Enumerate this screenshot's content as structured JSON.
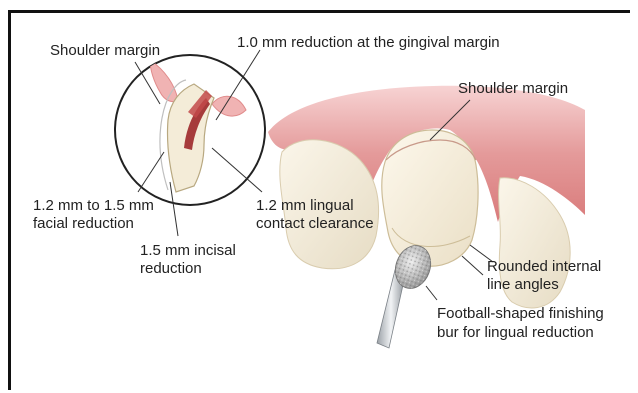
{
  "labels": {
    "shoulder_margin_inset": "Shoulder margin",
    "gingival_reduction": "1.0 mm reduction at the gingival margin",
    "shoulder_margin_main": "Shoulder margin",
    "facial_reduction_1": "1.2 mm to 1.5 mm",
    "facial_reduction_2": "facial reduction",
    "lingual_clearance_1": "1.2 mm lingual",
    "lingual_clearance_2": "contact clearance",
    "incisal_reduction_1": "1.5 mm incisal",
    "incisal_reduction_2": "reduction",
    "rounded_angles_1": "Rounded internal",
    "rounded_angles_2": "line angles",
    "bur_1": "Football-shaped finishing",
    "bur_2": "bur for lingual reduction"
  },
  "colors": {
    "gingiva": "#e59a9a",
    "tooth": "#f2ead8",
    "bur_head": "#bdbdbd",
    "bur_shank": "#d9dde0",
    "leader": "#333333"
  }
}
